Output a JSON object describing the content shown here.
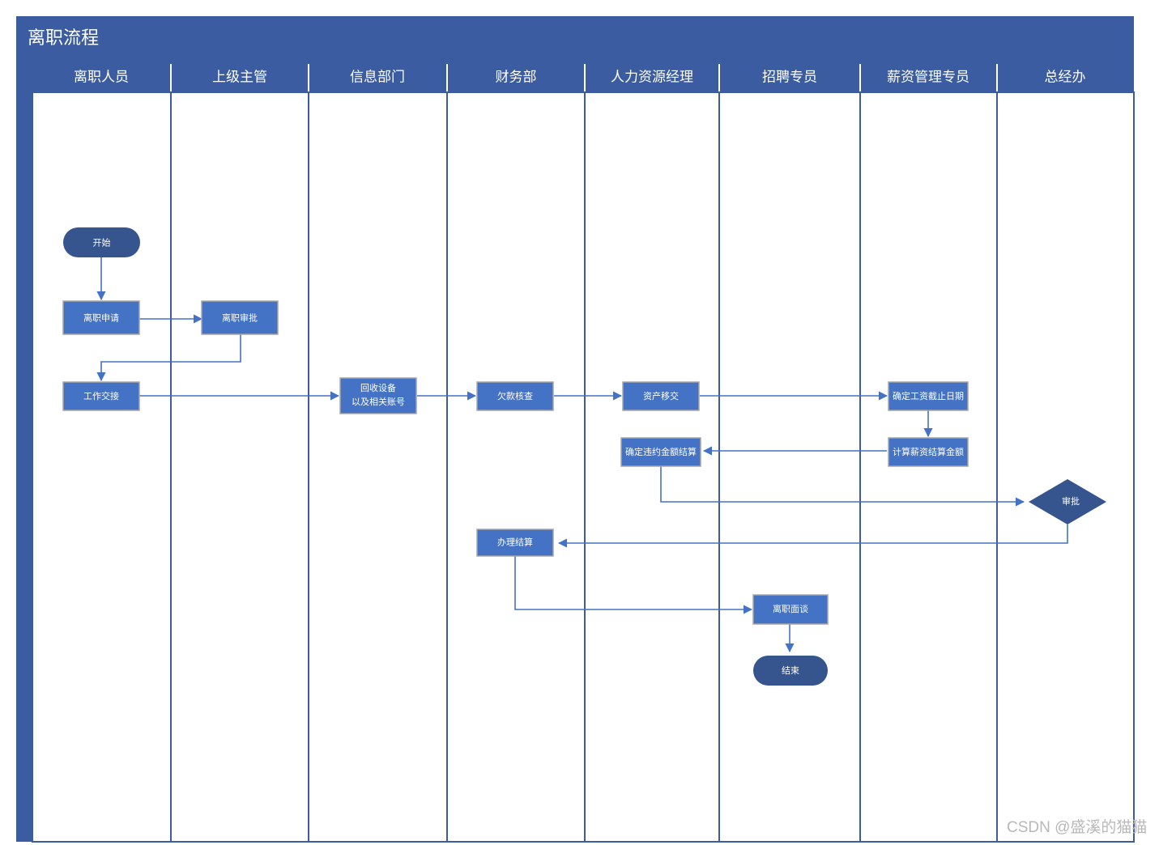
{
  "diagram": {
    "title": "离职流程",
    "watermark": "CSDN @盛溪的猫猫",
    "colors": {
      "header_blue": "#3b5ca0",
      "lane_header_blue": "#3b5ca0",
      "lane_divider": "#3b5ca0",
      "process_fill": "#4472c4",
      "process_border": "#a6a6a6",
      "terminator_fill": "#36558f",
      "decision_fill": "#36558f",
      "connector": "#4472c4",
      "node_text": "#ffffff",
      "watermark_text": "#b8b8b8",
      "canvas": "#ffffff"
    },
    "lanes": [
      {
        "id": "lane-resigning-employee",
        "label": "离职人员"
      },
      {
        "id": "lane-direct-supervisor",
        "label": "上级主管"
      },
      {
        "id": "lane-it-department",
        "label": "信息部门"
      },
      {
        "id": "lane-finance-department",
        "label": "财务部"
      },
      {
        "id": "lane-hr-manager",
        "label": "人力资源经理"
      },
      {
        "id": "lane-recruiting-specialist",
        "label": "招聘专员"
      },
      {
        "id": "lane-payroll-specialist",
        "label": "薪资管理专员"
      },
      {
        "id": "lane-general-manager-office",
        "label": "总经办"
      }
    ],
    "nodes": [
      {
        "id": "node-start",
        "label": "开始",
        "shape": "terminator",
        "lane": "lane-resigning-employee"
      },
      {
        "id": "node-resignation-application",
        "label": "离职申请",
        "shape": "process",
        "lane": "lane-resigning-employee"
      },
      {
        "id": "node-resignation-approval",
        "label": "离职审批",
        "shape": "process",
        "lane": "lane-direct-supervisor"
      },
      {
        "id": "node-work-handover",
        "label": "工作交接",
        "shape": "process",
        "lane": "lane-resigning-employee"
      },
      {
        "id": "node-recover-equipment",
        "label": "回收设备",
        "label_line2": "以及相关账号",
        "shape": "process",
        "lane": "lane-it-department"
      },
      {
        "id": "node-debt-check",
        "label": "欠款核查",
        "shape": "process",
        "lane": "lane-finance-department"
      },
      {
        "id": "node-asset-transfer",
        "label": "资产移交",
        "shape": "process",
        "lane": "lane-hr-manager"
      },
      {
        "id": "node-salary-cutoff-date",
        "label": "确定工资截止日期",
        "shape": "process",
        "lane": "lane-payroll-specialist"
      },
      {
        "id": "node-calc-salary-settlement",
        "label": "计算薪资结算金额",
        "shape": "process",
        "lane": "lane-payroll-specialist"
      },
      {
        "id": "node-penalty-settlement",
        "label": "确定违约金额结算",
        "shape": "process",
        "lane": "lane-hr-manager"
      },
      {
        "id": "node-approval-decision",
        "label": "审批",
        "shape": "decision",
        "lane": "lane-general-manager-office"
      },
      {
        "id": "node-process-settlement",
        "label": "办理结算",
        "shape": "process",
        "lane": "lane-finance-department"
      },
      {
        "id": "node-exit-interview",
        "label": "离职面谈",
        "shape": "process",
        "lane": "lane-recruiting-specialist"
      },
      {
        "id": "node-end",
        "label": "结束",
        "shape": "terminator",
        "lane": "lane-recruiting-specialist"
      }
    ],
    "edges": [
      {
        "id": "edge-start-to-application",
        "from": "node-start",
        "to": "node-resignation-application"
      },
      {
        "id": "edge-application-to-approval",
        "from": "node-resignation-application",
        "to": "node-resignation-approval"
      },
      {
        "id": "edge-approval-to-handover",
        "from": "node-resignation-approval",
        "to": "node-work-handover"
      },
      {
        "id": "edge-handover-to-equipment",
        "from": "node-work-handover",
        "to": "node-recover-equipment"
      },
      {
        "id": "edge-equipment-to-debt",
        "from": "node-recover-equipment",
        "to": "node-debt-check"
      },
      {
        "id": "edge-debt-to-asset",
        "from": "node-debt-check",
        "to": "node-asset-transfer"
      },
      {
        "id": "edge-asset-to-cutoff",
        "from": "node-asset-transfer",
        "to": "node-salary-cutoff-date"
      },
      {
        "id": "edge-cutoff-to-calc",
        "from": "node-salary-cutoff-date",
        "to": "node-calc-salary-settlement"
      },
      {
        "id": "edge-calc-to-penalty",
        "from": "node-calc-salary-settlement",
        "to": "node-penalty-settlement"
      },
      {
        "id": "edge-penalty-to-approval-decision",
        "from": "node-penalty-settlement",
        "to": "node-approval-decision"
      },
      {
        "id": "edge-approval-decision-to-settlement",
        "from": "node-approval-decision",
        "to": "node-process-settlement"
      },
      {
        "id": "edge-settlement-to-interview",
        "from": "node-process-settlement",
        "to": "node-exit-interview"
      },
      {
        "id": "edge-interview-to-end",
        "from": "node-exit-interview",
        "to": "node-end"
      }
    ]
  }
}
